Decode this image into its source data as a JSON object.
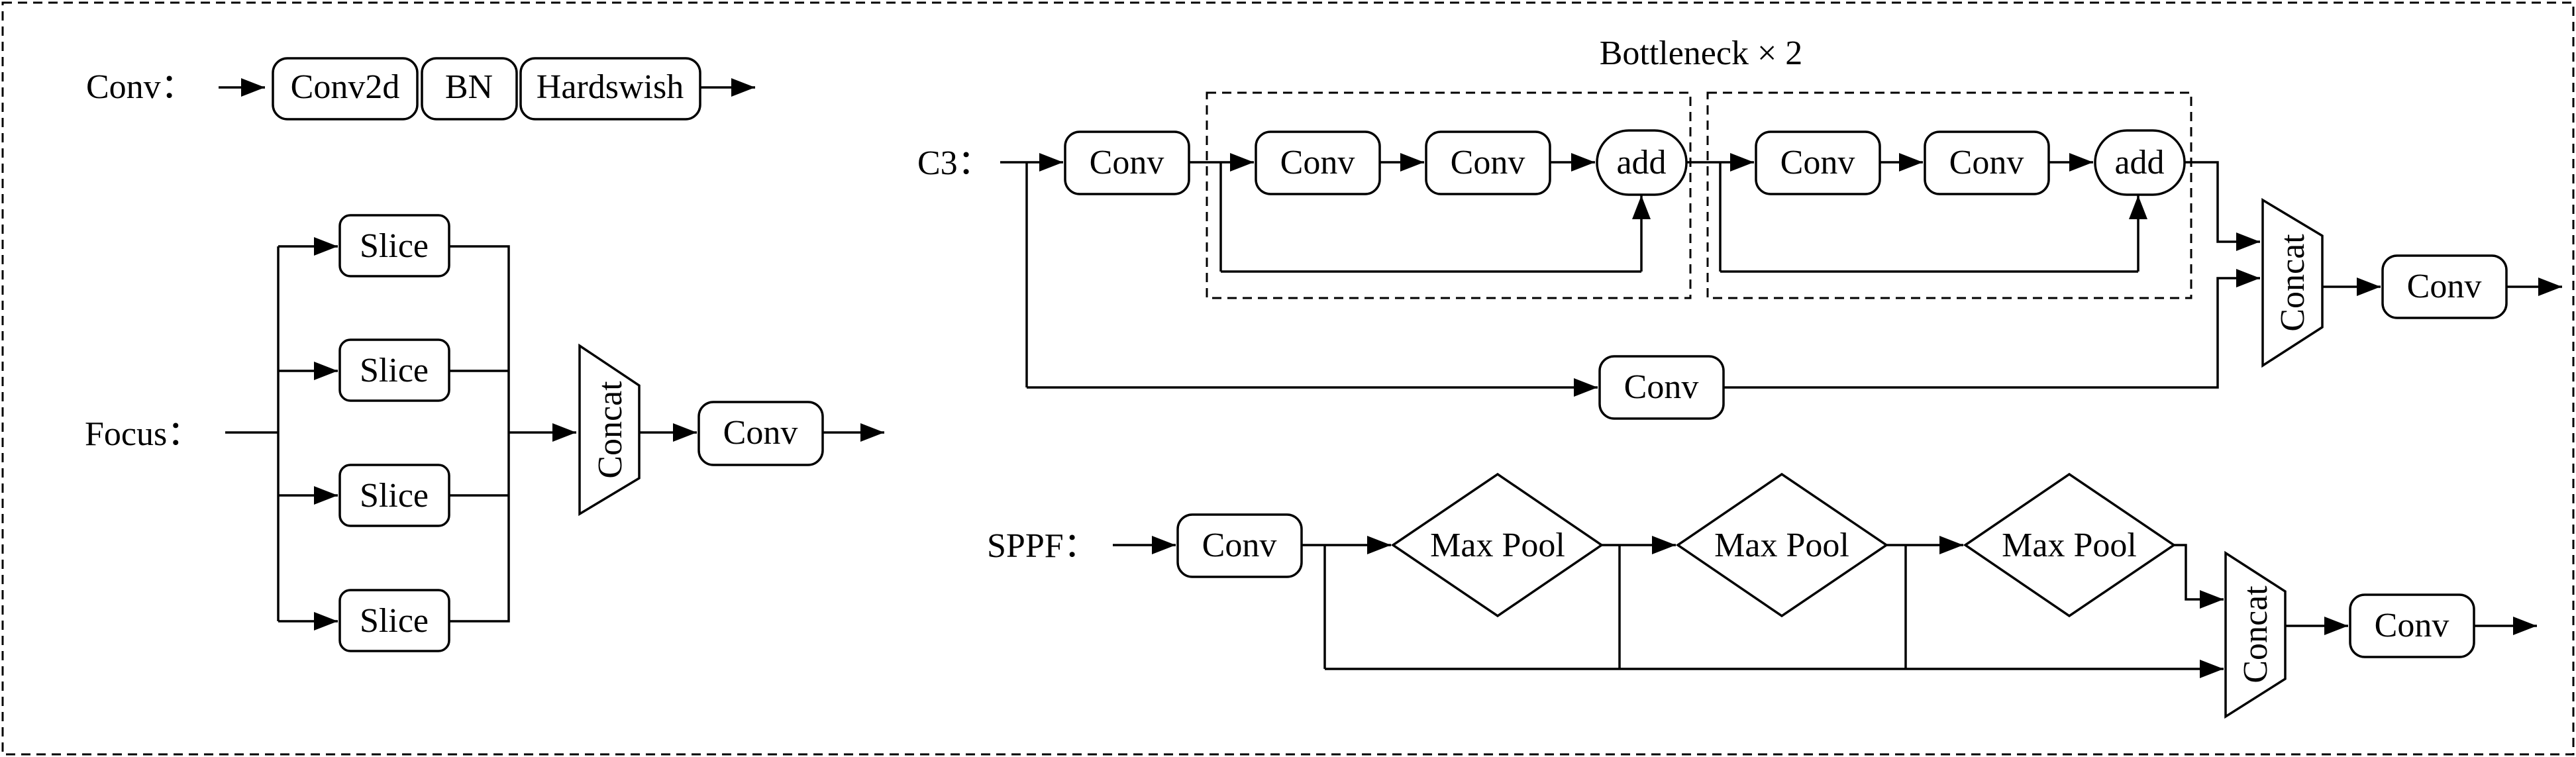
{
  "conv": {
    "label": "Conv：",
    "ops": [
      "Conv2d",
      "BN",
      "Hardswish"
    ]
  },
  "focus": {
    "label": "Focus：",
    "slices": [
      "Slice",
      "Slice",
      "Slice",
      "Slice"
    ],
    "concat": "Concat",
    "conv": "Conv"
  },
  "c3": {
    "label": "C3：",
    "bottleneck_title": "Bottleneck × 2",
    "input_conv": "Conv",
    "bottlenecks": [
      {
        "conv1": "Conv",
        "conv2": "Conv",
        "add": "add"
      },
      {
        "conv1": "Conv",
        "conv2": "Conv",
        "add": "add"
      }
    ],
    "shortcut_conv": "Conv",
    "concat": "Concat",
    "output_conv": "Conv"
  },
  "sppf": {
    "label": "SPPF：",
    "input_conv": "Conv",
    "pools": [
      "Max Pool",
      "Max Pool",
      "Max Pool"
    ],
    "concat": "Concat",
    "output_conv": "Conv"
  }
}
